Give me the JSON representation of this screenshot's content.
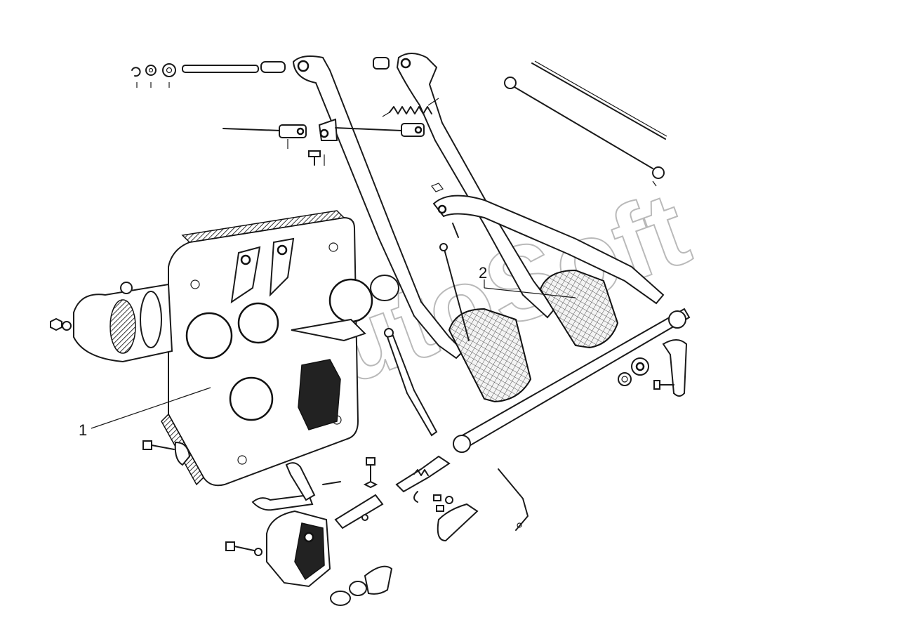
{
  "callouts": [
    {
      "id": "1",
      "label": "1"
    },
    {
      "id": "2",
      "label": "2"
    }
  ],
  "watermark": {
    "text": "AutoSoft"
  }
}
